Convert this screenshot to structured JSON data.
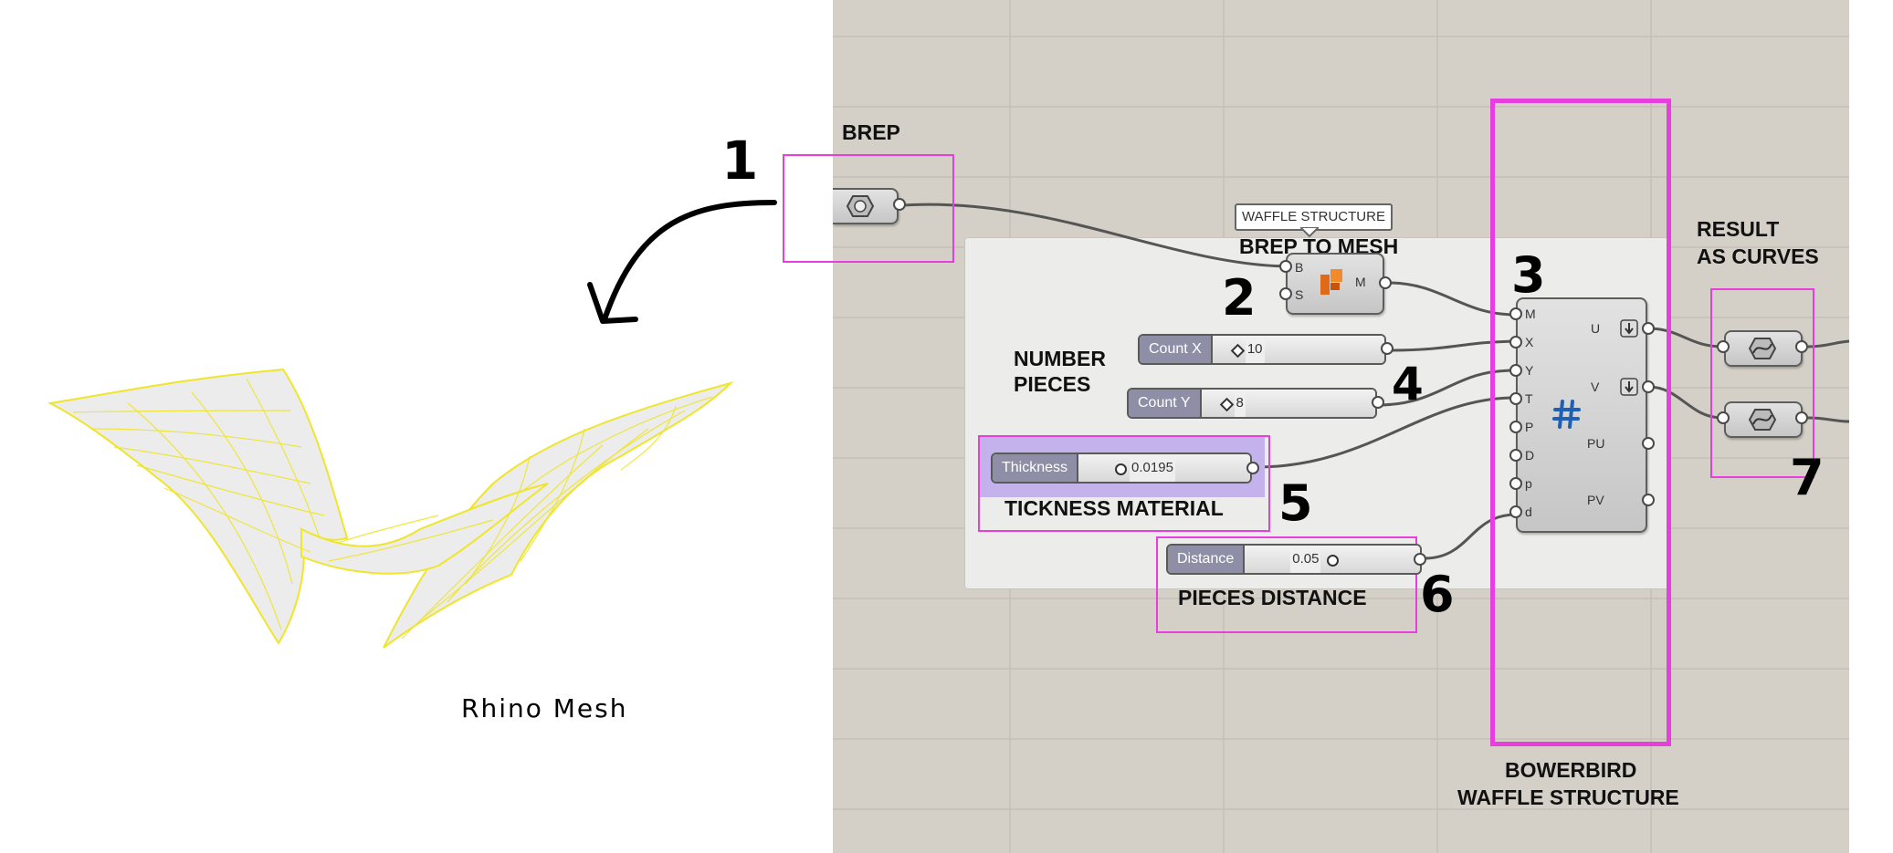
{
  "annotations": {
    "rhino_mesh_caption": "Rhino Mesh",
    "numbers": [
      "1",
      "2",
      "3",
      "4",
      "5",
      "6",
      "7"
    ]
  },
  "labels": {
    "brep": "BREP",
    "brep_to_mesh": "BREP TO MESH",
    "number_pieces_line1": "NUMBER",
    "number_pieces_line2": "PIECES",
    "tickness_material": "TICKNESS MATERIAL",
    "pieces_distance": "PIECES DISTANCE",
    "result_line1": "RESULT",
    "result_line2": "AS CURVES",
    "bowerbird_line1": "BOWERBIRD",
    "bowerbird_line2": "WAFFLE STRUCTURE"
  },
  "tooltip": "WAFFLE STRUCTURE",
  "brep_to_mesh_node": {
    "inputs": [
      "B",
      "S"
    ],
    "outputs": [
      "M"
    ]
  },
  "sliders": {
    "count_x": {
      "name": "Count X",
      "value": "10",
      "position": 0.1
    },
    "count_y": {
      "name": "Count Y",
      "value": "8",
      "position": 0.08
    },
    "thickness": {
      "name": "Thickness",
      "value": "0.0195",
      "position": 0.2
    },
    "distance": {
      "name": "Distance",
      "value": "0.05",
      "position": 0.5
    }
  },
  "waffle_node": {
    "inputs": [
      "M",
      "X",
      "Y",
      "T",
      "P",
      "D",
      "p",
      "d"
    ],
    "outputs": [
      "U",
      "V",
      "PU",
      "PV"
    ]
  },
  "colors": {
    "highlight": "#e83ee0",
    "canvas": "#d4d0c8",
    "mesh": "#f0ea2a"
  },
  "icons": {
    "brep_param": "brep-param-icon",
    "mesh_component": "mesh-component-icon",
    "waffle_component": "hash-icon",
    "curve_param": "curve-param-icon",
    "flatten": "flatten-arrow-icon"
  }
}
